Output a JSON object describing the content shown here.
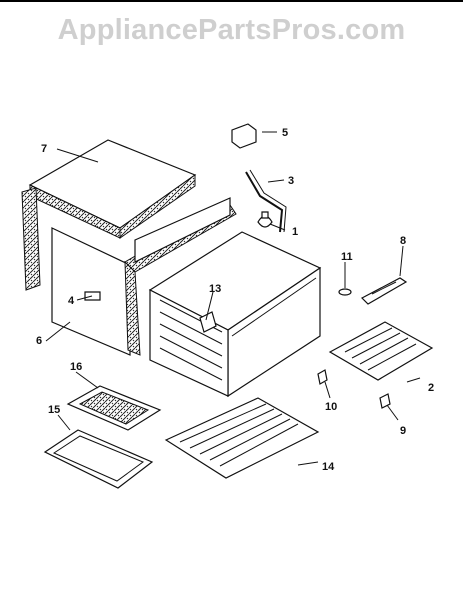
{
  "watermark": "AppliancePartsPros.com",
  "callouts": {
    "p1": "1",
    "p2": "2",
    "p3": "3",
    "p4": "4",
    "p5": "5",
    "p6": "6",
    "p7": "7",
    "p8": "8",
    "p9": "9",
    "p10": "10",
    "p11": "11",
    "p13": "13",
    "p14": "14",
    "p15": "15",
    "p16": "16"
  }
}
